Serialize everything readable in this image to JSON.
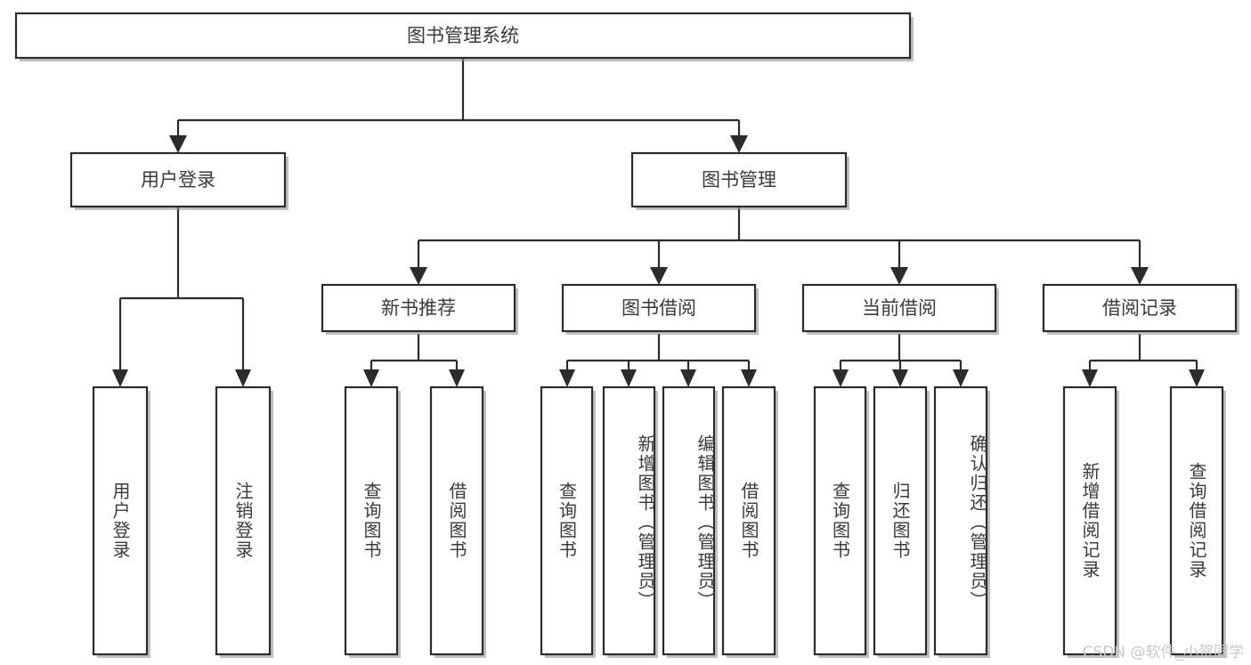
{
  "diagram": {
    "type": "tree",
    "title": "图书管理系统",
    "orientation": "top-down",
    "watermark": "CSDN @软件_小贺同学",
    "colors": {
      "background": "#ffffff",
      "box_fill": "#ffffff",
      "box_stroke": "#2b2b2b",
      "text": "#3a3a3a",
      "shadow": "#8c8c8c",
      "watermark": "#c8c8c8"
    },
    "root": {
      "id": "root",
      "label": "图书管理系统"
    },
    "level2": [
      {
        "id": "user-login",
        "label": "用户登录"
      },
      {
        "id": "book-manage",
        "label": "图书管理"
      }
    ],
    "level3": [
      {
        "id": "new-book-rec",
        "label": "新书推荐",
        "parent": "book-manage"
      },
      {
        "id": "book-borrow",
        "label": "图书借阅",
        "parent": "book-manage"
      },
      {
        "id": "current-borrow",
        "label": "当前借阅",
        "parent": "book-manage"
      },
      {
        "id": "borrow-record",
        "label": "借阅记录",
        "parent": "book-manage"
      }
    ],
    "leaves": [
      {
        "id": "leaf-user-login",
        "label": "用户登录",
        "parent": "user-login"
      },
      {
        "id": "leaf-user-logout",
        "label": "注销登录",
        "parent": "user-login"
      },
      {
        "id": "leaf-query-book-1",
        "label": "查询图书",
        "parent": "new-book-rec"
      },
      {
        "id": "leaf-borrow-book-1",
        "label": "借阅图书",
        "parent": "new-book-rec"
      },
      {
        "id": "leaf-query-book-2",
        "label": "查询图书",
        "parent": "book-borrow"
      },
      {
        "id": "leaf-add-book",
        "label": "新增图书（管理员）",
        "parent": "book-borrow"
      },
      {
        "id": "leaf-edit-book",
        "label": "编辑图书（管理员）",
        "parent": "book-borrow"
      },
      {
        "id": "leaf-borrow-book-2",
        "label": "借阅图书",
        "parent": "book-borrow"
      },
      {
        "id": "leaf-query-book-3",
        "label": "查询图书",
        "parent": "current-borrow"
      },
      {
        "id": "leaf-return-book",
        "label": "归还图书",
        "parent": "current-borrow"
      },
      {
        "id": "leaf-confirm-return",
        "label": "确认归还（管理员）",
        "parent": "current-borrow"
      },
      {
        "id": "leaf-add-record",
        "label": "新增借阅记录",
        "parent": "borrow-record"
      },
      {
        "id": "leaf-query-record",
        "label": "查询借阅记录",
        "parent": "borrow-record"
      }
    ]
  }
}
